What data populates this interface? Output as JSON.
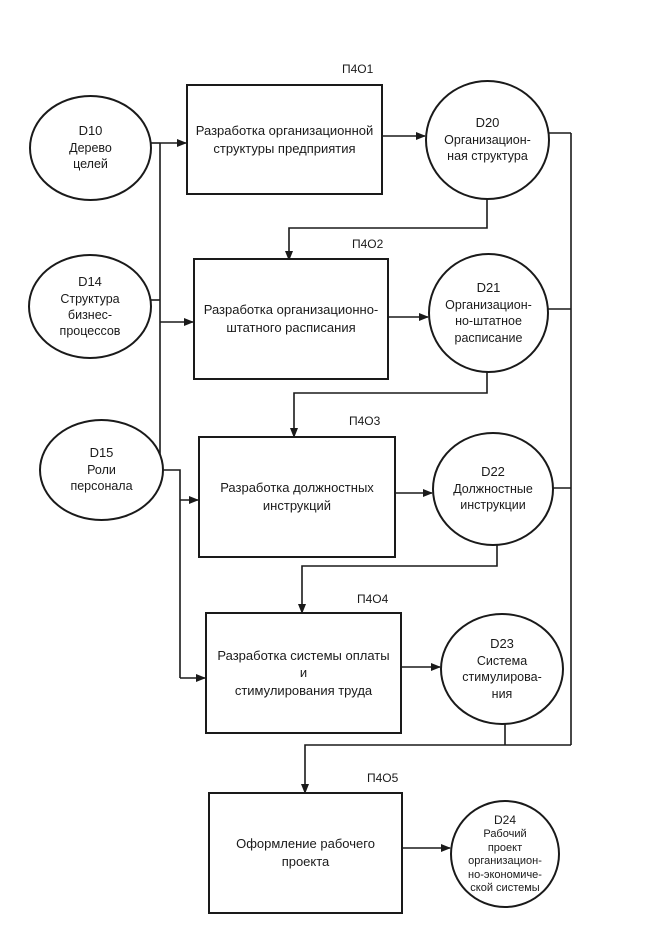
{
  "processes": [
    {
      "code": "П4О1",
      "label": "Разработка организационной\nструктуры предприятия"
    },
    {
      "code": "П4О2",
      "label": "Разработка организационно-\nштатного расписания"
    },
    {
      "code": "П4О3",
      "label": "Разработка должностных\nинструкций"
    },
    {
      "code": "П4О4",
      "label": "Разработка системы оплаты и\nстимулирования труда"
    },
    {
      "code": "П4О5",
      "label": "Оформление рабочего\nпроекта"
    }
  ],
  "inputs": [
    {
      "id": "D10",
      "label": "Дерево\nцелей"
    },
    {
      "id": "D14",
      "label": "Структура\nбизнес-\nпроцессов"
    },
    {
      "id": "D15",
      "label": "Роли\nперсонала"
    }
  ],
  "outputs": [
    {
      "id": "D20",
      "label": "Организацион-\nная структура"
    },
    {
      "id": "D21",
      "label": "Организацион-\nно-штатное\nрасписание"
    },
    {
      "id": "D22",
      "label": "Должностные\nинструкции"
    },
    {
      "id": "D23",
      "label": "Система\nстимулирова-\nния"
    },
    {
      "id": "D24",
      "label": "Рабочий\nпроект\nорганизацион-\nно-экономиче-\nской системы"
    }
  ]
}
